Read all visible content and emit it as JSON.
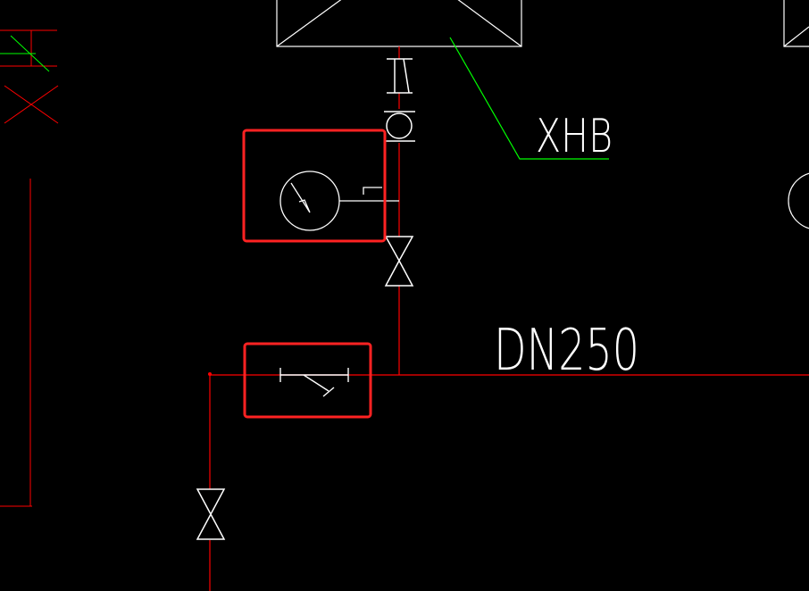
{
  "drawing": {
    "background": "#000000",
    "pipe_color": "#ff0000",
    "symbol_color": "#ffffff",
    "leader_color": "#00ff00",
    "highlight_color": "#ff2222"
  },
  "labels": {
    "pump_tag": "XHB",
    "main_pipe_size": "DN250"
  },
  "components": {
    "pump": "xhb-pump-symbol",
    "gate_valve": "gate-valve-icon",
    "pressure_gauge": "pressure-gauge-icon",
    "strainer": "y-strainer-icon",
    "flexible_joint": "flexible-joint-icon"
  }
}
